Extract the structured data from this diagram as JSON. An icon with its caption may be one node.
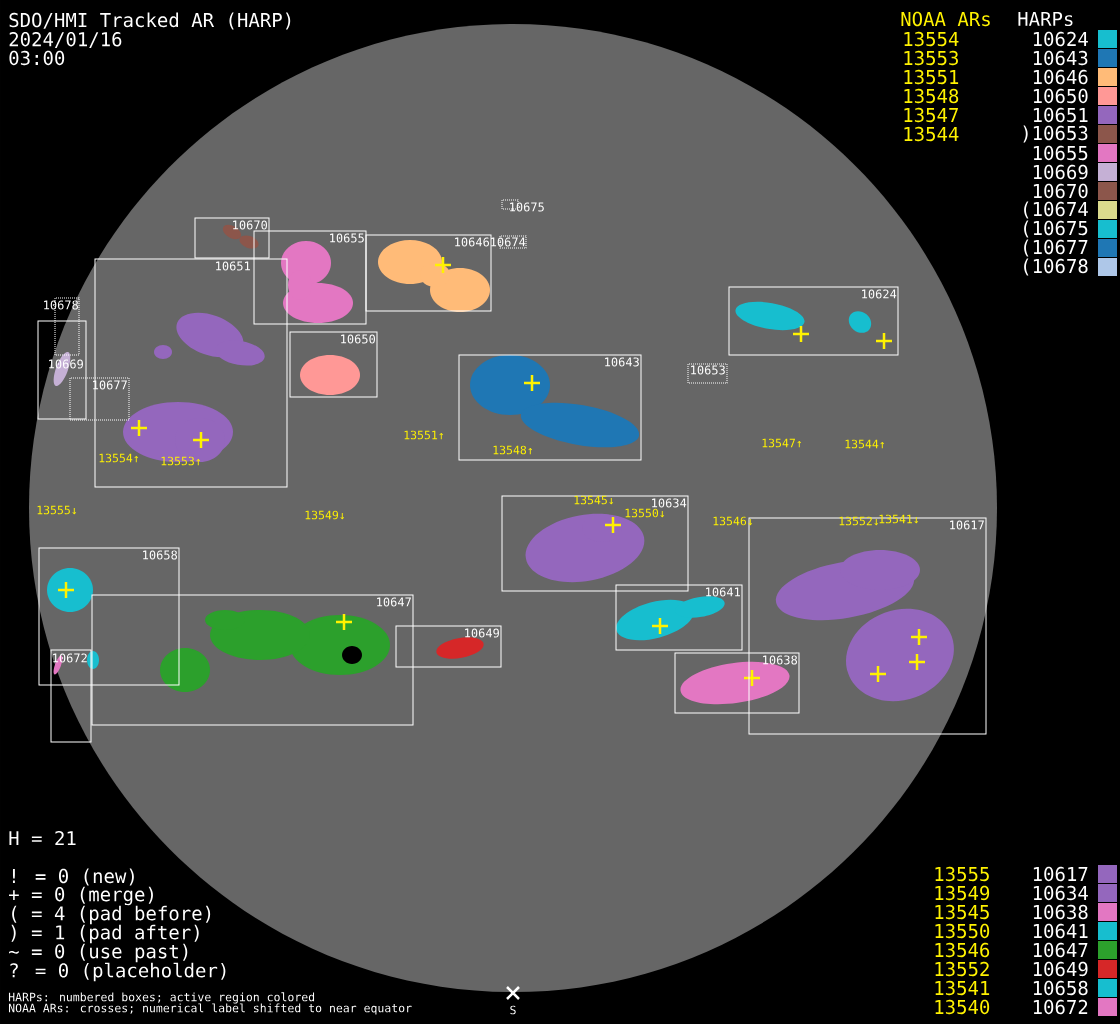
{
  "diagram": {
    "title": "SDO/HMI Tracked AR (HARP)",
    "nodes": [
      {
        "text": [
          "10670"
        ]
      },
      {
        "text": [
          "10655"
        ]
      },
      {
        "text": [
          "10646"
        ]
      },
      {
        "text": [
          "10674"
        ]
      },
      {
        "text": [
          "10675"
        ]
      },
      {
        "text": [
          "10651"
        ]
      },
      {
        "text": [
          "10678"
        ]
      },
      {
        "text": [
          "10669"
        ]
      },
      {
        "text": [
          "10650"
        ]
      },
      {
        "text": [
          "10677"
        ]
      },
      {
        "text": [
          "10624"
        ]
      },
      {
        "text": [
          "10653"
        ]
      },
      {
        "text": [
          "10643"
        ]
      },
      {
        "text": [
          "10634"
        ]
      },
      {
        "text": [
          "10617"
        ]
      },
      {
        "text": [
          "10658"
        ]
      },
      {
        "text": [
          "10647"
        ]
      },
      {
        "text": [
          "10649"
        ]
      },
      {
        "text": [
          "10641"
        ]
      },
      {
        "text": [
          "10638"
        ]
      },
      {
        "text": [
          "10672"
        ]
      }
    ],
    "labels": [
      "2024/01/16",
      "03:00",
      "NOAA ARs",
      "HARPs",
      "13554",
      "13553",
      "13551",
      "13548",
      "13547",
      "13544",
      "13554↑",
      "13553↑",
      "13551↑",
      "13548↑",
      "13547↑",
      "13544↑",
      "13555↓",
      "13549↓",
      "13545↓",
      "13550↓",
      "13546↓",
      "13552↓",
      "13541↓",
      "H = 21",
      "! = 0 (new)",
      "+ = 0 (merge)",
      "( = 4 (pad before)",
      ") = 1 (pad after)",
      "~ = 0 (use past)",
      "? = 0 (placeholder)",
      "HARPs: numbered boxes; active region colored",
      "NOAA ARs: crosses; numerical label shifted to near equator",
      "S",
      "13555",
      "13549",
      "13545",
      "13550",
      "13546",
      "13552",
      "13541",
      "13540"
    ],
    "legend": [
      {
        "text": "10624",
        "color": "#17becf"
      },
      {
        "text": "10643",
        "color": "#1f77b4"
      },
      {
        "text": "10646",
        "color": "#ffbb78"
      },
      {
        "text": "10650",
        "color": "#ff9896"
      },
      {
        "text": "10651",
        "color": "#9467bd"
      },
      {
        "text": ")10653",
        "color": "#8c564b"
      },
      {
        "text": "10655",
        "color": "#e377c2"
      },
      {
        "text": "10669",
        "color": "#c5b0d5"
      },
      {
        "text": "10670",
        "color": "#8c564b"
      },
      {
        "text": "(10674",
        "color": "#dbdb8d"
      },
      {
        "text": "(10675",
        "color": "#17becf"
      },
      {
        "text": "(10677",
        "color": "#1f77b4"
      },
      {
        "text": "(10678",
        "color": "#aec7e8"
      },
      {
        "text": "10617",
        "color": "#9467bd"
      },
      {
        "text": "10634",
        "color": "#9467bd"
      },
      {
        "text": "10638",
        "color": "#e377c2"
      },
      {
        "text": "10641",
        "color": "#17becf"
      },
      {
        "text": "10647",
        "color": "#2ca02c"
      },
      {
        "text": "10649",
        "color": "#d62728"
      },
      {
        "text": "10658",
        "color": "#17becf"
      },
      {
        "text": "10672",
        "color": "#e377c2"
      }
    ]
  }
}
